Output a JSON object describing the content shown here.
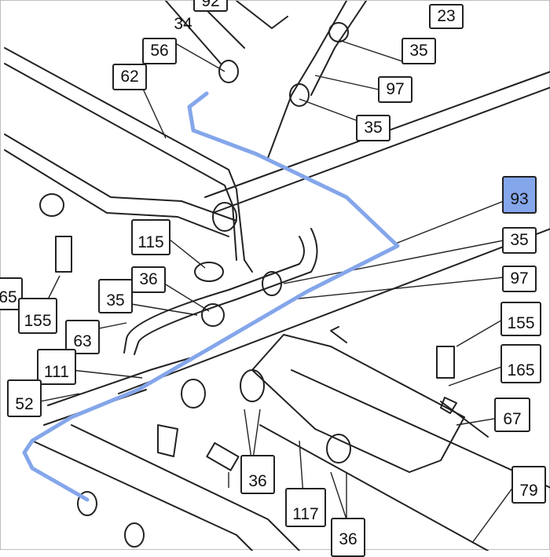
{
  "diagram": {
    "highlight_color": "#84a6ea",
    "selected_part": "93",
    "callouts": {
      "c92": "92",
      "c34": "34",
      "c23": "23",
      "c56": "56",
      "c62": "62",
      "c35a": "35",
      "c97a": "97",
      "c35b": "35",
      "c93": "93",
      "c35c": "35",
      "c97b": "97",
      "c115": "115",
      "c36a": "36",
      "c35d": "35",
      "c65": "65",
      "c155a": "155",
      "c63": "63",
      "c111": "111",
      "c52": "52",
      "c155b": "155",
      "c165": "165",
      "c67": "67",
      "c36b": "36",
      "c117": "117",
      "c36c": "36",
      "c79": "79"
    }
  }
}
